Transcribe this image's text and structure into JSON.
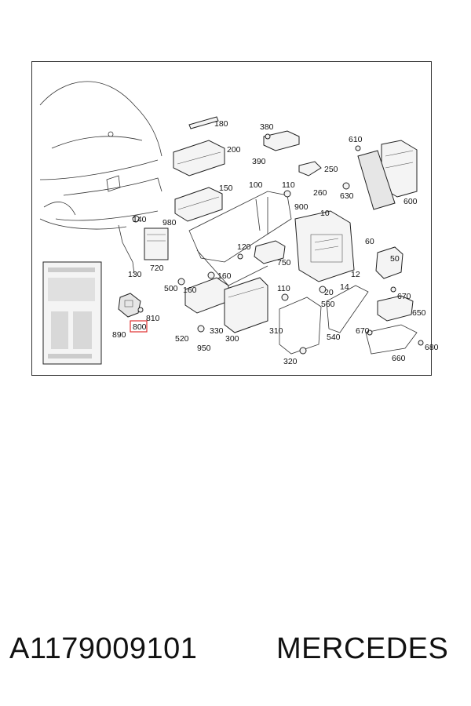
{
  "diagram": {
    "callouts": [
      "180",
      "380",
      "200",
      "610",
      "390",
      "250",
      "150",
      "100",
      "110",
      "260",
      "630",
      "600",
      "980",
      "140",
      "900",
      "10",
      "120",
      "60",
      "750",
      "50",
      "720",
      "130",
      "160",
      "12",
      "14",
      "500",
      "160",
      "110",
      "20",
      "670",
      "560",
      "650",
      "810",
      "890",
      "800",
      "520",
      "330",
      "300",
      "310",
      "540",
      "670",
      "680",
      "950",
      "320",
      "660"
    ],
    "highlighted_callout": "800",
    "highlight_color": "#e03030"
  },
  "footer": {
    "part_number": "A1179009101",
    "brand": "MERCEDES"
  }
}
